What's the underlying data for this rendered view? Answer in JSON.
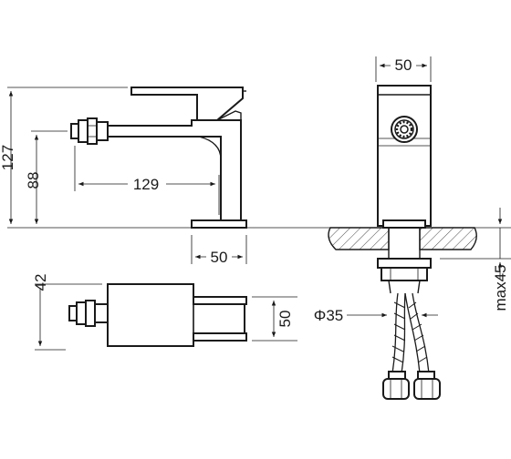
{
  "dimensions": {
    "overall_height": "127",
    "spout_height": "88",
    "spout_reach": "129",
    "base_width_side": "50",
    "top_width": "50",
    "plan_offset": "42",
    "plan_depth": "50",
    "hole_diameter": "Φ35",
    "max_deck": "max45"
  },
  "colors": {
    "line": "#1a1a1a",
    "hatch": "#1a1a1a",
    "background": "#ffffff"
  }
}
